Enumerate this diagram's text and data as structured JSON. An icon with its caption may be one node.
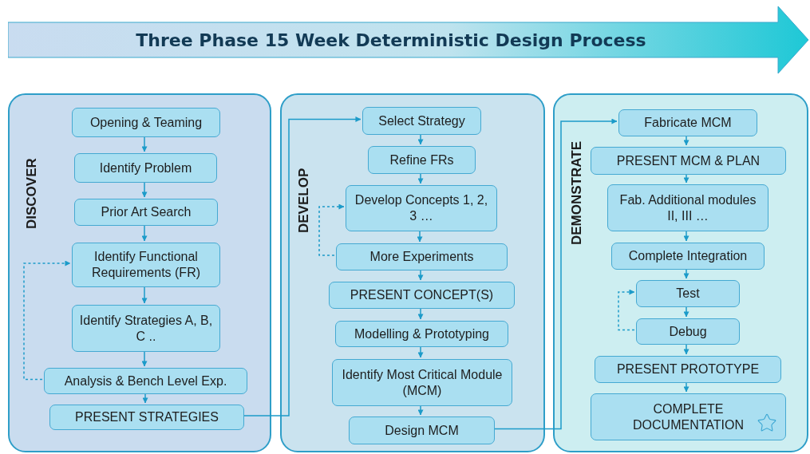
{
  "diagram": {
    "title": "Three Phase 15 Week Deterministic Design Process",
    "nodes": [
      {
        "text": [
          "DISCOVER"
        ]
      },
      {
        "text": [
          "Opening & Teaming"
        ],
        "in": 0
      },
      {
        "text": [
          "Identify Problem"
        ],
        "in": 0
      },
      {
        "text": [
          "Prior Art Search"
        ],
        "in": 0
      },
      {
        "text": [
          "Identify Functional Requirements (FR)"
        ],
        "in": 0
      },
      {
        "text": [
          "Identify Strategies A, B, C .."
        ],
        "in": 0
      },
      {
        "text": [
          "Analysis & Bench Level Exp."
        ],
        "in": 0
      },
      {
        "text": [
          "PRESENT STRATEGIES"
        ],
        "in": 0
      },
      {
        "text": [
          "DEVELOP"
        ]
      },
      {
        "text": [
          "Select Strategy"
        ],
        "in": 8
      },
      {
        "text": [
          "Refine FRs"
        ],
        "in": 8
      },
      {
        "text": [
          "Develop Concepts 1, 2, 3 …"
        ],
        "in": 8
      },
      {
        "text": [
          "More Experiments"
        ],
        "in": 8
      },
      {
        "text": [
          "PRESENT CONCEPT(S)"
        ],
        "in": 8
      },
      {
        "text": [
          "Modelling & Prototyping"
        ],
        "in": 8
      },
      {
        "text": [
          "Identify Most Critical Module (MCM)"
        ],
        "in": 8
      },
      {
        "text": [
          "Design MCM"
        ],
        "in": 8
      },
      {
        "text": [
          "DEMONSTRATE"
        ]
      },
      {
        "text": [
          "Fabricate MCM"
        ],
        "in": 17
      },
      {
        "text": [
          "PRESENT MCM & PLAN"
        ],
        "in": 17
      },
      {
        "text": [
          "Fab. Additional modules II, III …"
        ],
        "in": 17
      },
      {
        "text": [
          "Complete Integration"
        ],
        "in": 17
      },
      {
        "text": [
          "Test"
        ],
        "in": 17
      },
      {
        "text": [
          "Debug"
        ],
        "in": 17
      },
      {
        "text": [
          "PRESENT PROTOTYPE"
        ],
        "in": 17
      },
      {
        "text": [
          "COMPLETE DOCUMENTATION"
        ],
        "in": 17
      }
    ],
    "edges": [
      {
        "from": 1,
        "to": 2,
        "arrow": "to"
      },
      {
        "from": 2,
        "to": 3,
        "arrow": "to"
      },
      {
        "from": 3,
        "to": 4,
        "arrow": "to"
      },
      {
        "from": 4,
        "to": 5,
        "arrow": "to"
      },
      {
        "from": 5,
        "to": 6,
        "arrow": "to"
      },
      {
        "from": 6,
        "to": 7,
        "arrow": "to"
      },
      {
        "from": 6,
        "to": 4,
        "arrow": "to",
        "style": "dashed"
      },
      {
        "from": 7,
        "to": 9,
        "arrow": "to"
      },
      {
        "from": 9,
        "to": 10,
        "arrow": "to"
      },
      {
        "from": 10,
        "to": 11,
        "arrow": "to"
      },
      {
        "from": 11,
        "to": 12,
        "arrow": "to"
      },
      {
        "from": 12,
        "to": 11,
        "arrow": "to",
        "style": "dashed"
      },
      {
        "from": 12,
        "to": 13,
        "arrow": "to"
      },
      {
        "from": 13,
        "to": 14,
        "arrow": "to"
      },
      {
        "from": 14,
        "to": 15,
        "arrow": "to"
      },
      {
        "from": 15,
        "to": 16,
        "arrow": "to"
      },
      {
        "from": 16,
        "to": 18,
        "arrow": "to"
      },
      {
        "from": 18,
        "to": 19,
        "arrow": "to"
      },
      {
        "from": 19,
        "to": 20,
        "arrow": "to"
      },
      {
        "from": 20,
        "to": 21,
        "arrow": "to"
      },
      {
        "from": 21,
        "to": 22,
        "arrow": "to"
      },
      {
        "from": 22,
        "to": 23,
        "arrow": "to"
      },
      {
        "from": 23,
        "to": 22,
        "arrow": "to",
        "style": "dashed"
      },
      {
        "from": 23,
        "to": 24,
        "arrow": "to"
      },
      {
        "from": 24,
        "to": 25,
        "arrow": "to"
      }
    ]
  }
}
